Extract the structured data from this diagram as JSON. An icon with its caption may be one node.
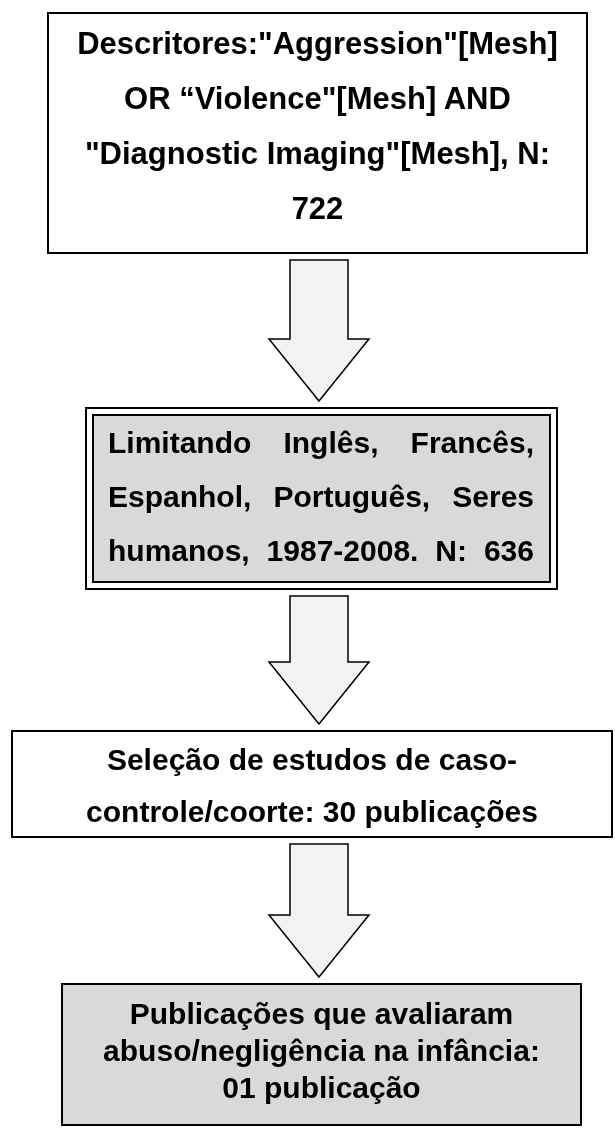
{
  "diagram": {
    "nodes": [
      {
        "text": [
          "Descritores:\"Aggression\"[Mesh] OR “Violence\"[Mesh] AND \"Diagnostic Imaging\"[Mesh], N: 722"
        ]
      },
      {
        "text": [
          "Limitando Inglês, Francês, Espanhol, Português, Seres humanos, 1987-2008. N: 636"
        ]
      },
      {
        "text": [
          "Seleção de estudos de caso-controle/coorte: 30 publicações"
        ]
      },
      {
        "text": [
          "Publicações que avaliaram abuso/negligência na infância: 01 publicação"
        ]
      }
    ],
    "edges": [
      {
        "from": 0,
        "to": 1,
        "arrow": "to"
      },
      {
        "from": 1,
        "to": 2,
        "arrow": "to"
      },
      {
        "from": 2,
        "to": 3,
        "arrow": "to"
      }
    ]
  }
}
